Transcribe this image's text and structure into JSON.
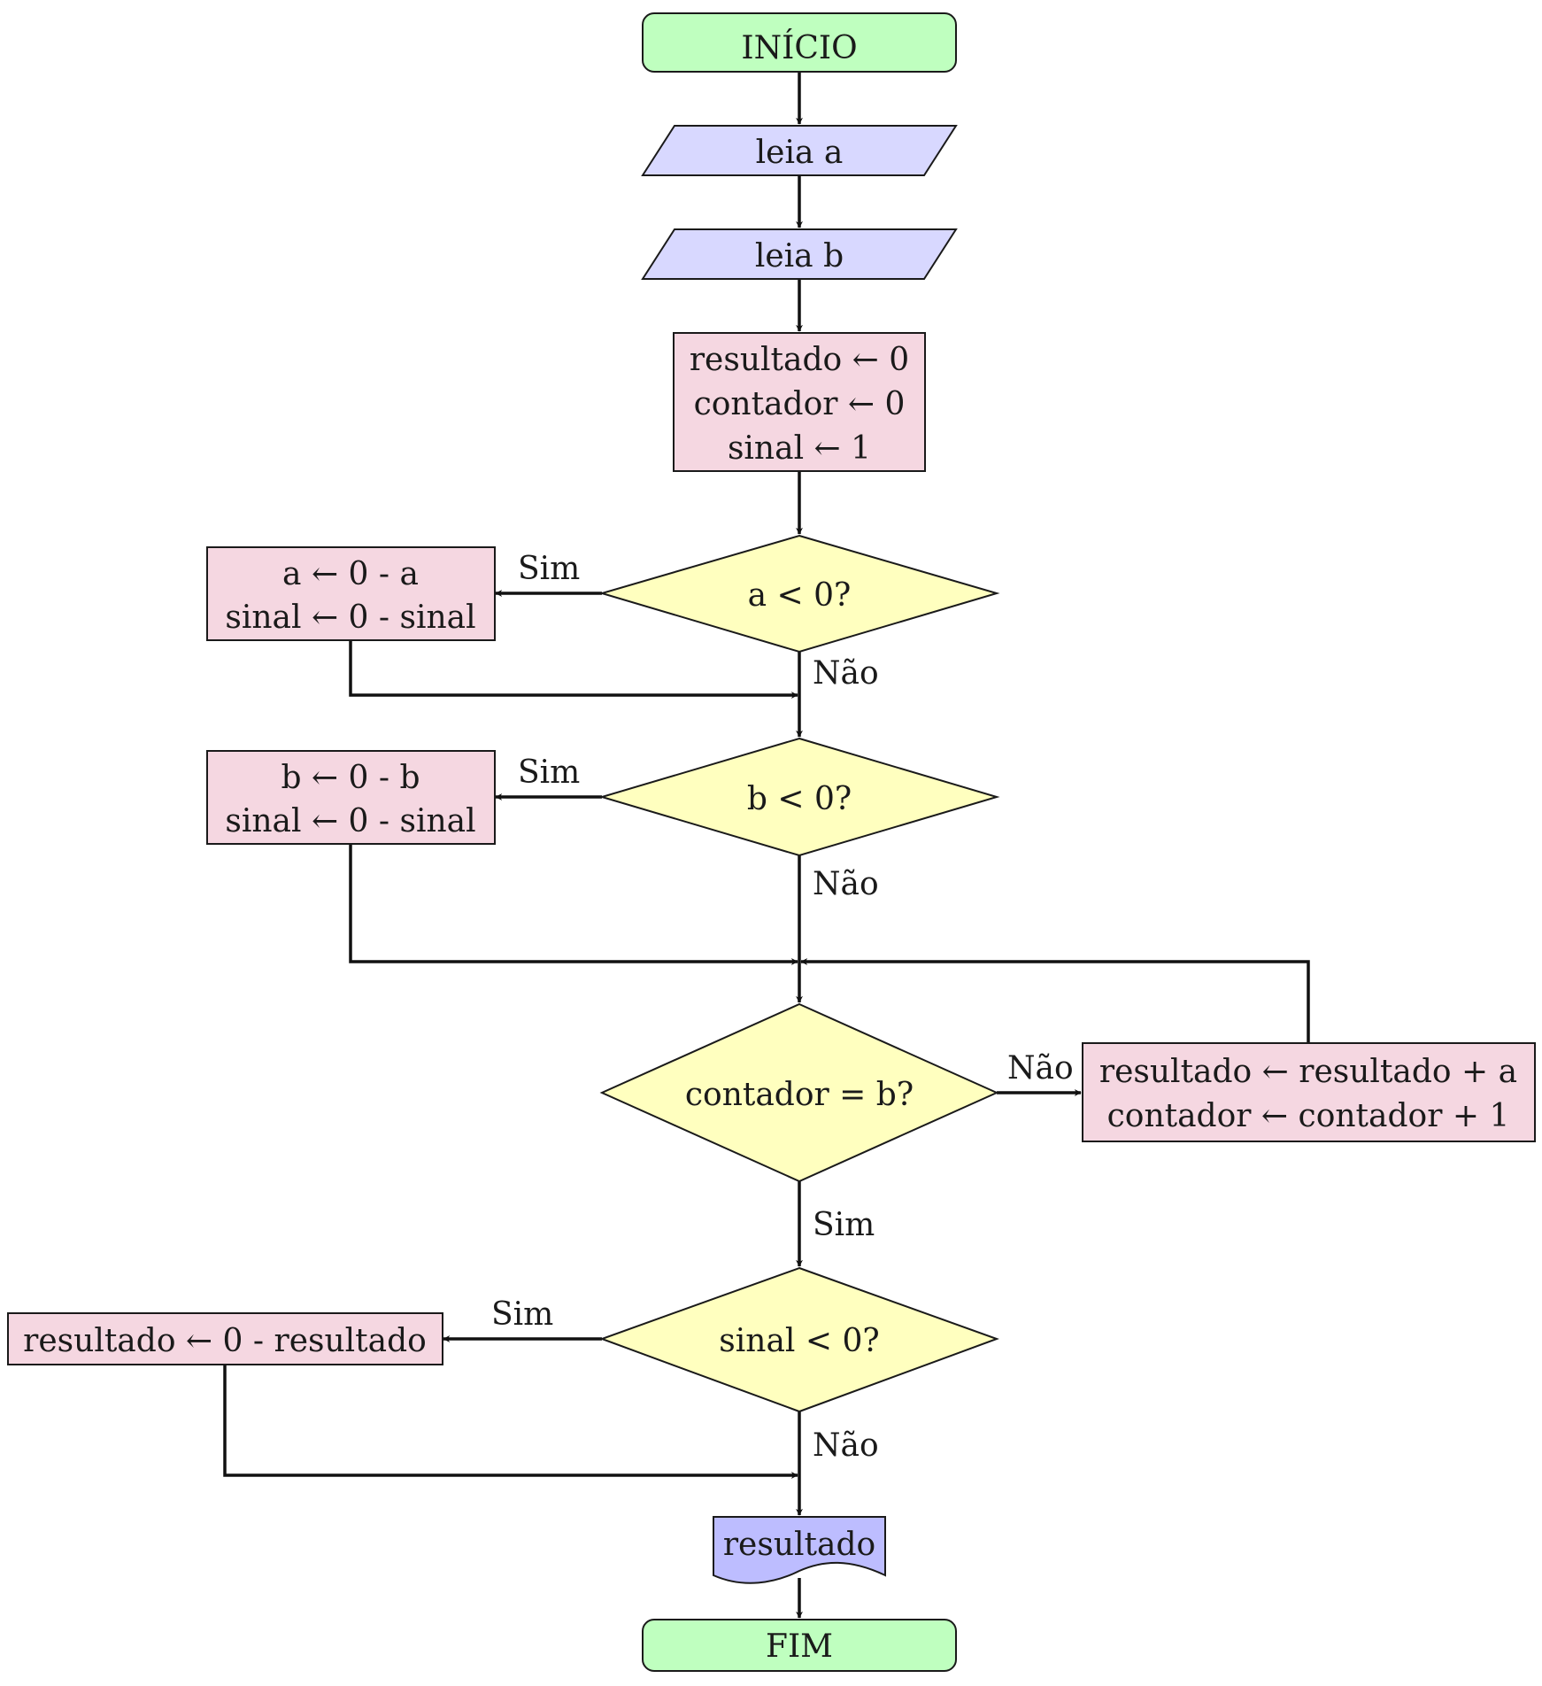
{
  "colors": {
    "terminal": "#bfffbf",
    "io": "#d8d8ff",
    "process": "#f5d7e1",
    "decision": "#ffffbf",
    "output": "#bdbdff",
    "stroke": "#1a1a1a"
  },
  "nodes": {
    "inicio": {
      "label": "INÍCIO"
    },
    "leia_a": {
      "label": "leia a"
    },
    "leia_b": {
      "label": "leia b"
    },
    "init": {
      "lines": [
        "resultado ← 0",
        "contador ← 0",
        "sinal ← 1"
      ]
    },
    "dec_a": {
      "label": "a < 0?"
    },
    "proc_a": {
      "lines": [
        "a ← 0 - a",
        "sinal ← 0 - sinal"
      ]
    },
    "dec_b": {
      "label": "b < 0?"
    },
    "proc_b": {
      "lines": [
        "b ← 0 - b",
        "sinal ← 0 - sinal"
      ]
    },
    "dec_cont": {
      "label": "contador = b?"
    },
    "proc_loop": {
      "lines": [
        "resultado ← resultado + a",
        "contador ← contador + 1"
      ]
    },
    "dec_sinal": {
      "label": "sinal < 0?"
    },
    "proc_neg": {
      "label": "resultado ← 0 - resultado"
    },
    "out": {
      "label": "resultado"
    },
    "fim": {
      "label": "FIM"
    }
  },
  "edge_labels": {
    "a_sim": "Sim",
    "a_nao": "Não",
    "b_sim": "Sim",
    "b_nao": "Não",
    "cont_nao": "Não",
    "cont_sim": "Sim",
    "sinal_sim": "Sim",
    "sinal_nao": "Não"
  }
}
